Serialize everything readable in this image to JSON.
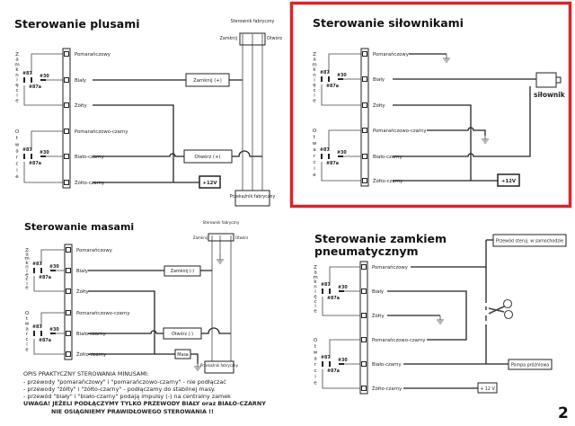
{
  "page_number": "2",
  "highlight_color": "#d9252a",
  "relay": {
    "closing": "Zamknięcie",
    "opening": "Otwarcie",
    "c87": "#87",
    "c87a": "#87a",
    "c30": "#30"
  },
  "pins": [
    "Pomarańczowy",
    "Biały",
    "Żółty",
    "Pomarańczowo-czarny",
    "Biało-czarny",
    "Żółto-czarny"
  ],
  "panel_plus": {
    "title": "Sterowanie plusami",
    "controller": "Sterownik fabryczny",
    "close": "Zamknij",
    "open": "Otwórz",
    "close_box": "Zamknij (+)",
    "open_box": "Otwórz (+)",
    "power": "+12V",
    "factory_relay": "Przekaźnik fabryczny"
  },
  "panel_actuator": {
    "title": "Sterowanie siłownikami",
    "actuator": "siłownik",
    "power": "+12V",
    "highlighted": true
  },
  "panel_ground": {
    "title": "Sterowanie masami",
    "controller": "Sterownik fabryczny",
    "close": "Zamknij",
    "open": "Otwórz",
    "close_box": "Zamknij (-)",
    "open_box": "Otwórz (-)",
    "ground_box": "Masa",
    "factory_relay": "Przekaźnik fabryczny",
    "notes": [
      "OPIS PRAKTYCZNY STEROWANIA MINUSAMI:",
      "- przewody \"pomarańczowy\" i \"pomarańczowo-czarny\" - nie podłączać",
      "- przewody \"żółty\" i \"żółto-czarny\" - podłączamy do stabilnej masy.",
      "- przewód \"biały\" i \"biało-czarny\" podają impulsy (-) na centralny zamek"
    ],
    "warning": [
      "UWAGA! JEŻELI PODŁĄCZYMY TYLKO PRZEWODY BIAŁY oraz BIAŁO-CZARNY",
      "NIE OSIĄGNIEMY PRAWIDŁOWEGO STEROWANIA !!"
    ]
  },
  "panel_pneumatic": {
    "title_line1": "Sterowanie zamkiem",
    "title_line2": "pneumatycznym",
    "control_wire": "Przewód steruj. w samochodzie",
    "vacuum_pump": "Pompa próżniowa",
    "power": "+ 12 V"
  }
}
